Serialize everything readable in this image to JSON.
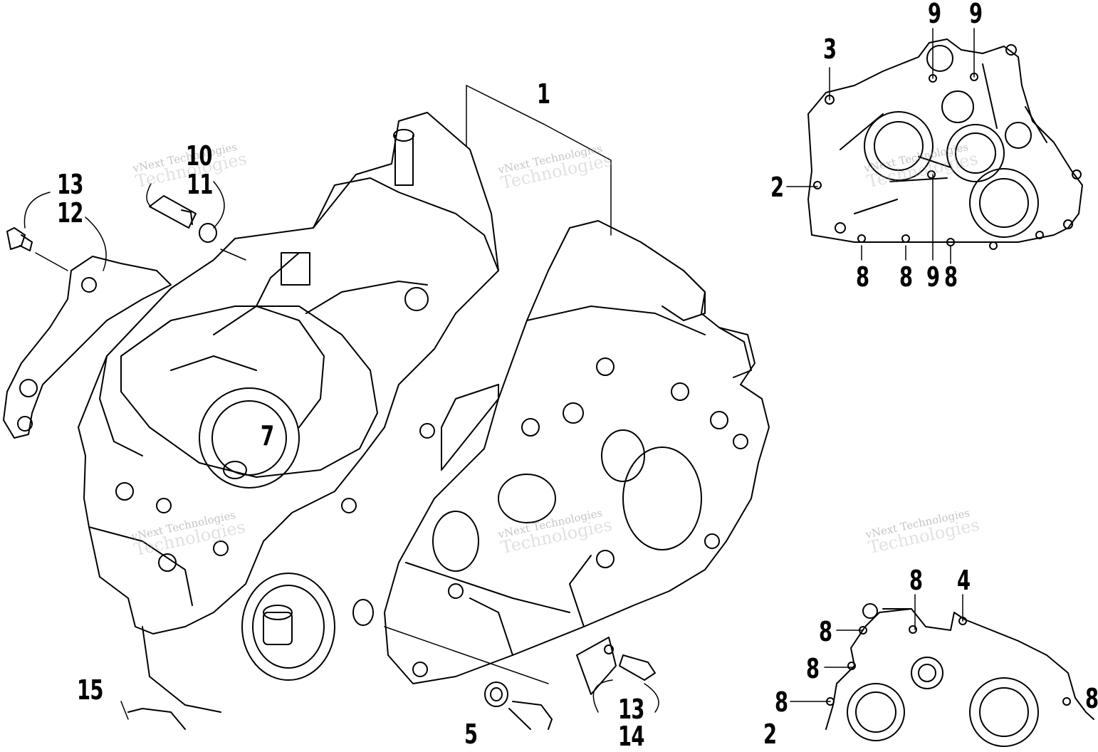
{
  "diagram": {
    "watermark": {
      "line1": "vNext Technologies",
      "line2": "Technologies"
    },
    "callouts": {
      "c1": "1",
      "c2a": "2",
      "c2b": "2",
      "c3": "3",
      "c4": "4",
      "c5": "5",
      "c7": "7",
      "c8a": "8",
      "c8b": "8",
      "c8c": "8",
      "c8d": "8",
      "c8e": "8",
      "c8f": "8",
      "c8g": "8",
      "c8h": "8",
      "c9a": "9",
      "c9b": "9",
      "c9c": "9",
      "c10": "10",
      "c11": "11",
      "c12": "12",
      "c13a": "13",
      "c13b": "13",
      "c14": "14",
      "c15": "15"
    }
  }
}
